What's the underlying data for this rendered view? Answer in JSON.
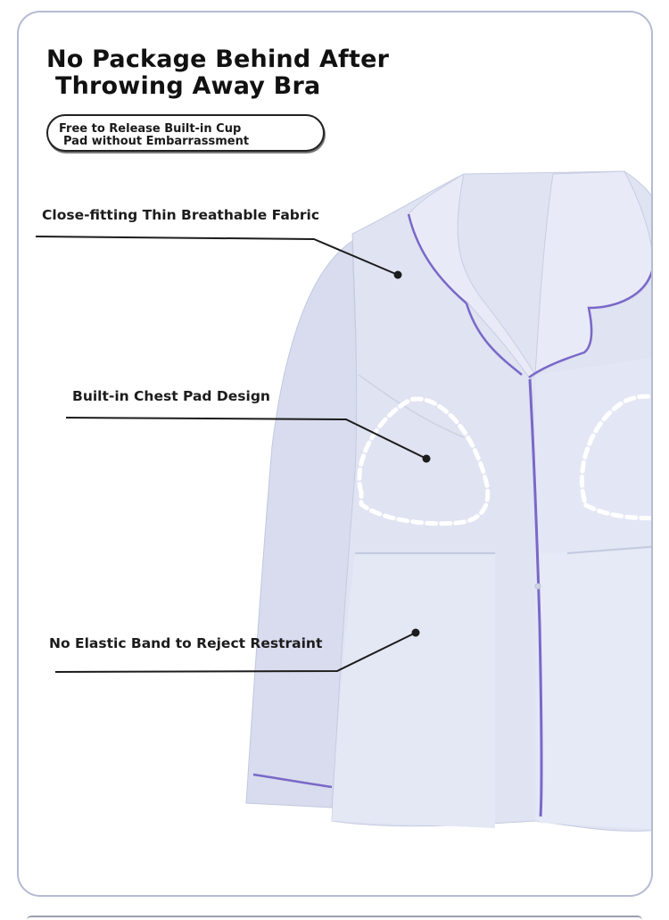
{
  "header": {
    "title_line1": "No Package Behind After",
    "title_line2": "Throwing Away Bra"
  },
  "badge": {
    "line1": "Free to Release Built-in Cup",
    "line2": "Pad without Embarrassment"
  },
  "features": [
    {
      "label": "Close-fitting Thin Breathable Fabric"
    },
    {
      "label": "Built-in Chest Pad Design"
    },
    {
      "label": "No Elastic Band to Reject Restraint"
    }
  ],
  "colors": {
    "garment": "#dde1f0",
    "garment_shadow": "#c9cfe3",
    "piping": "#7a68c8",
    "frame": "#b4bbd2",
    "text": "#111111"
  }
}
